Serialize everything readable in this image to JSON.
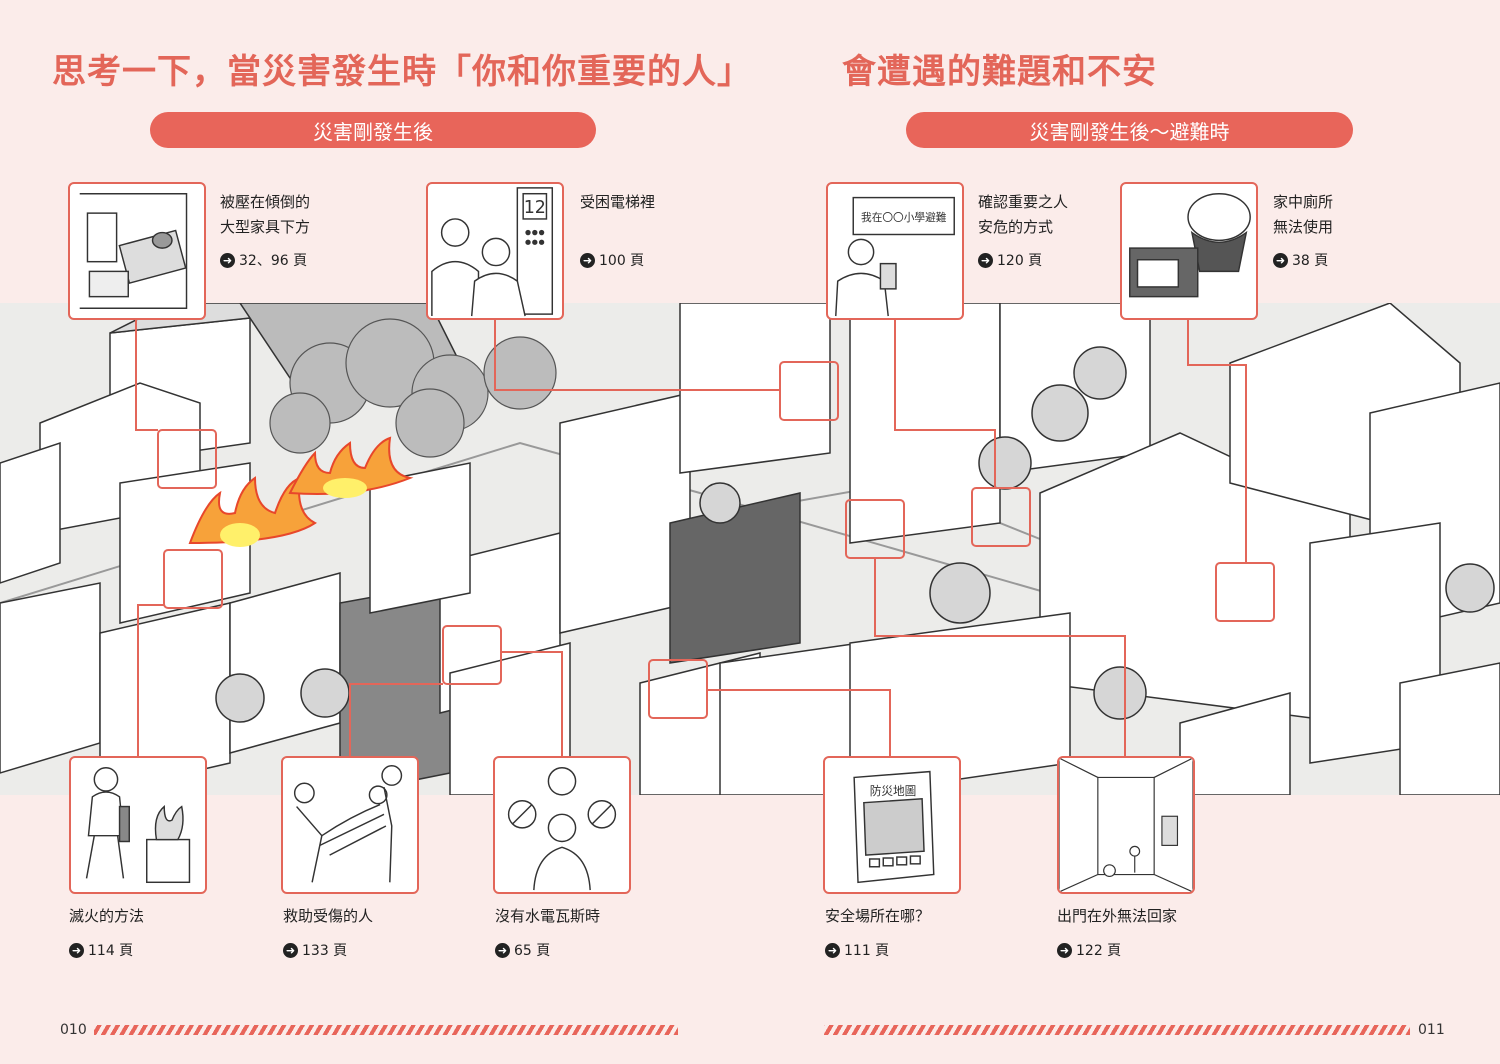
{
  "left_page": {
    "title": "思考一下，當災害發生時「你和你重要的人」",
    "section_label": "災害剛發生後",
    "page_number": "010"
  },
  "right_page": {
    "title": "會遭遇的難題和不安",
    "section_label": "災害剛發生後～避難時",
    "page_number": "011"
  },
  "colors": {
    "accent": "#e8655a",
    "background": "#fbecea",
    "scene": "#ececea"
  },
  "topics": {
    "furniture": {
      "caption": "被壓在傾倒的\n大型家具下方",
      "pages": "32、96 頁",
      "icon": "fallen-furniture"
    },
    "elevator": {
      "caption": "受困電梯裡",
      "pages": "100 頁",
      "icon": "elevator-trapped",
      "floor_display": "12"
    },
    "safety_check": {
      "caption": "確認重要之人\n安危的方式",
      "pages": "120 頁",
      "icon": "phone-message",
      "bubble_text": "我在〇〇小學避難"
    },
    "toilet": {
      "caption": "家中廁所\n無法使用",
      "pages": "38 頁",
      "icon": "emergency-toilet"
    },
    "fire": {
      "caption": "滅火的方法",
      "pages": "114 頁",
      "icon": "fire-extinguisher"
    },
    "rescue": {
      "caption": "救助受傷的人",
      "pages": "133 頁",
      "icon": "carry-injured"
    },
    "utilities": {
      "caption": "沒有水電瓦斯時",
      "pages": "65 頁",
      "icon": "no-utilities"
    },
    "shelter": {
      "caption": "安全場所在哪？",
      "pages": "111 頁",
      "icon": "disaster-map",
      "map_title": "防災地圖"
    },
    "stranded": {
      "caption": "出門在外無法回家",
      "pages": "122 頁",
      "icon": "street-scene"
    }
  }
}
